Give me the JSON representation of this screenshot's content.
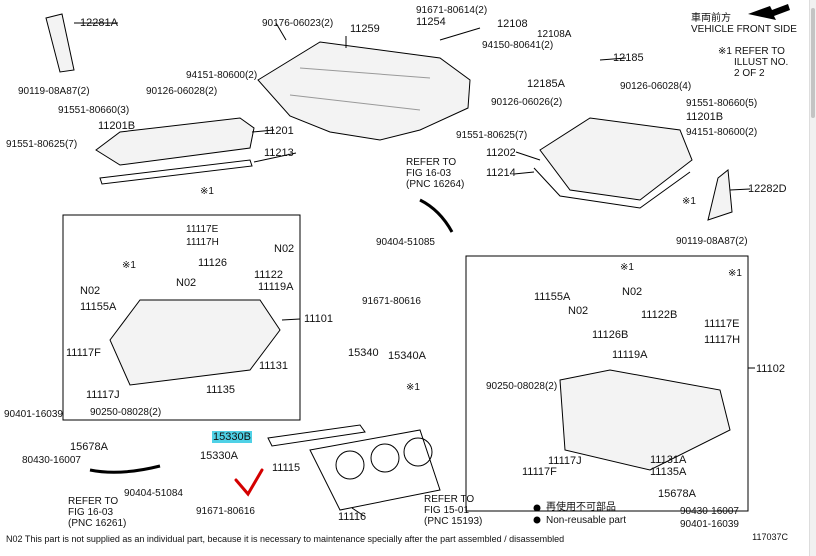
{
  "vehicle_front": {
    "line1": "車両前方",
    "line2": "VEHICLE FRONT SIDE"
  },
  "refer_note": {
    "line1": "※1 REFER TO",
    "line2": "ILLUST NO.",
    "line3": "2 OF 2"
  },
  "labels": {
    "p12281A": "12281A",
    "p90119_08A87_2_top": "90119-08A87(2)",
    "p90176_06023_2": "90176-06023(2)",
    "p90126_06028_2": "90126-06028(2)",
    "p94151_80600_2_left": "94151-80600(2)",
    "p91551_80660_3": "91551-80660(3)",
    "p11201B_left": "11201B",
    "p11201": "11201",
    "p91551_80625_7_left": "91551-80625(7)",
    "p11213": "11213",
    "p11259": "11259",
    "p91671_80614_2": "91671-80614(2)",
    "p11254": "11254",
    "p12108": "12108",
    "p12108A": "12108A",
    "p94150_80641_2": "94150-80641(2)",
    "p12185": "12185",
    "p12185A": "12185A",
    "p90126_06026_2": "90126-06026(2)",
    "p90126_06028_4": "90126-06028(4)",
    "p91551_80660_5": "91551-80660(5)",
    "p11201B_right": "11201B",
    "p94151_80600_2_right": "94151-80600(2)",
    "p91551_80625_7_right": "91551-80625(7)",
    "p11202": "11202",
    "p11214": "11214",
    "p12282D": "12282D",
    "p90119_08A87_2_right": "90119-08A87(2)",
    "refer_top_l1": "REFER TO",
    "refer_top_l2": "FIG 16-03",
    "refer_top_l3": "(PNC 16264)",
    "p90404_51085": "90404-51085",
    "p11117E_left": "11117E",
    "p11117H_left": "11117H",
    "pN02_a": "N02",
    "p11126_left": "11126",
    "p11122_left": "11122",
    "pN02_b": "N02",
    "p11119A_left": "11119A",
    "pN02_c": "N02",
    "p11155A_left": "11155A",
    "p11101": "11101",
    "p11117F_left": "11117F",
    "p11131_left": "11131",
    "p11117J_left": "11117J",
    "p11135_left": "11135",
    "p90250_08028_2_left": "90250-08028(2)",
    "p90401_16039_left": "90401-16039",
    "p15678A_left": "15678A",
    "p80430_16007": "80430-16007",
    "refer_bl_l1": "REFER TO",
    "refer_bl_l2": "FIG 16-03",
    "refer_bl_l3": "(PNC 16261)",
    "p90404_51084": "90404-51084",
    "p15330B": "15330B",
    "p15330A": "15330A",
    "p11115": "11115",
    "p91671_80616_bottom": "91671-80616",
    "p11116": "11116",
    "p91671_80616_mid": "91671-80616",
    "p15340": "15340",
    "p15340A": "15340A",
    "p11155A_right": "11155A",
    "pN02_d": "N02",
    "pN02_e": "N02",
    "p11122B": "11122B",
    "p11126B": "11126B",
    "p11117E_right": "11117E",
    "p11117H_right": "11117H",
    "p11119A_right": "11119A",
    "p11102": "11102",
    "p90250_08028_2_right": "90250-08028(2)",
    "p11117F_right": "11117F",
    "p11117J_right": "11117J",
    "p11131A": "11131A",
    "p11135A": "11135A",
    "p15678A_right": "15678A",
    "p90430_16007": "90430-16007",
    "p90401_16039_right": "90401-16039",
    "refer_bottom_l1": "REFER TO",
    "refer_bottom_l2": "FIG 15-01",
    "refer_bottom_l3": "(PNC 15193)",
    "star1": "※1"
  },
  "legend": {
    "reuse": "再使用不可部品",
    "nonreusable": "Non-reusable part"
  },
  "footer_note": "N02 This part is not supplied as an individual part, because it is necessary to maintenance specially after the part assembled / disassembled",
  "page_id": "117037C",
  "colors": {
    "highlight": "#4fd1e6",
    "annotation": "#d40000"
  }
}
